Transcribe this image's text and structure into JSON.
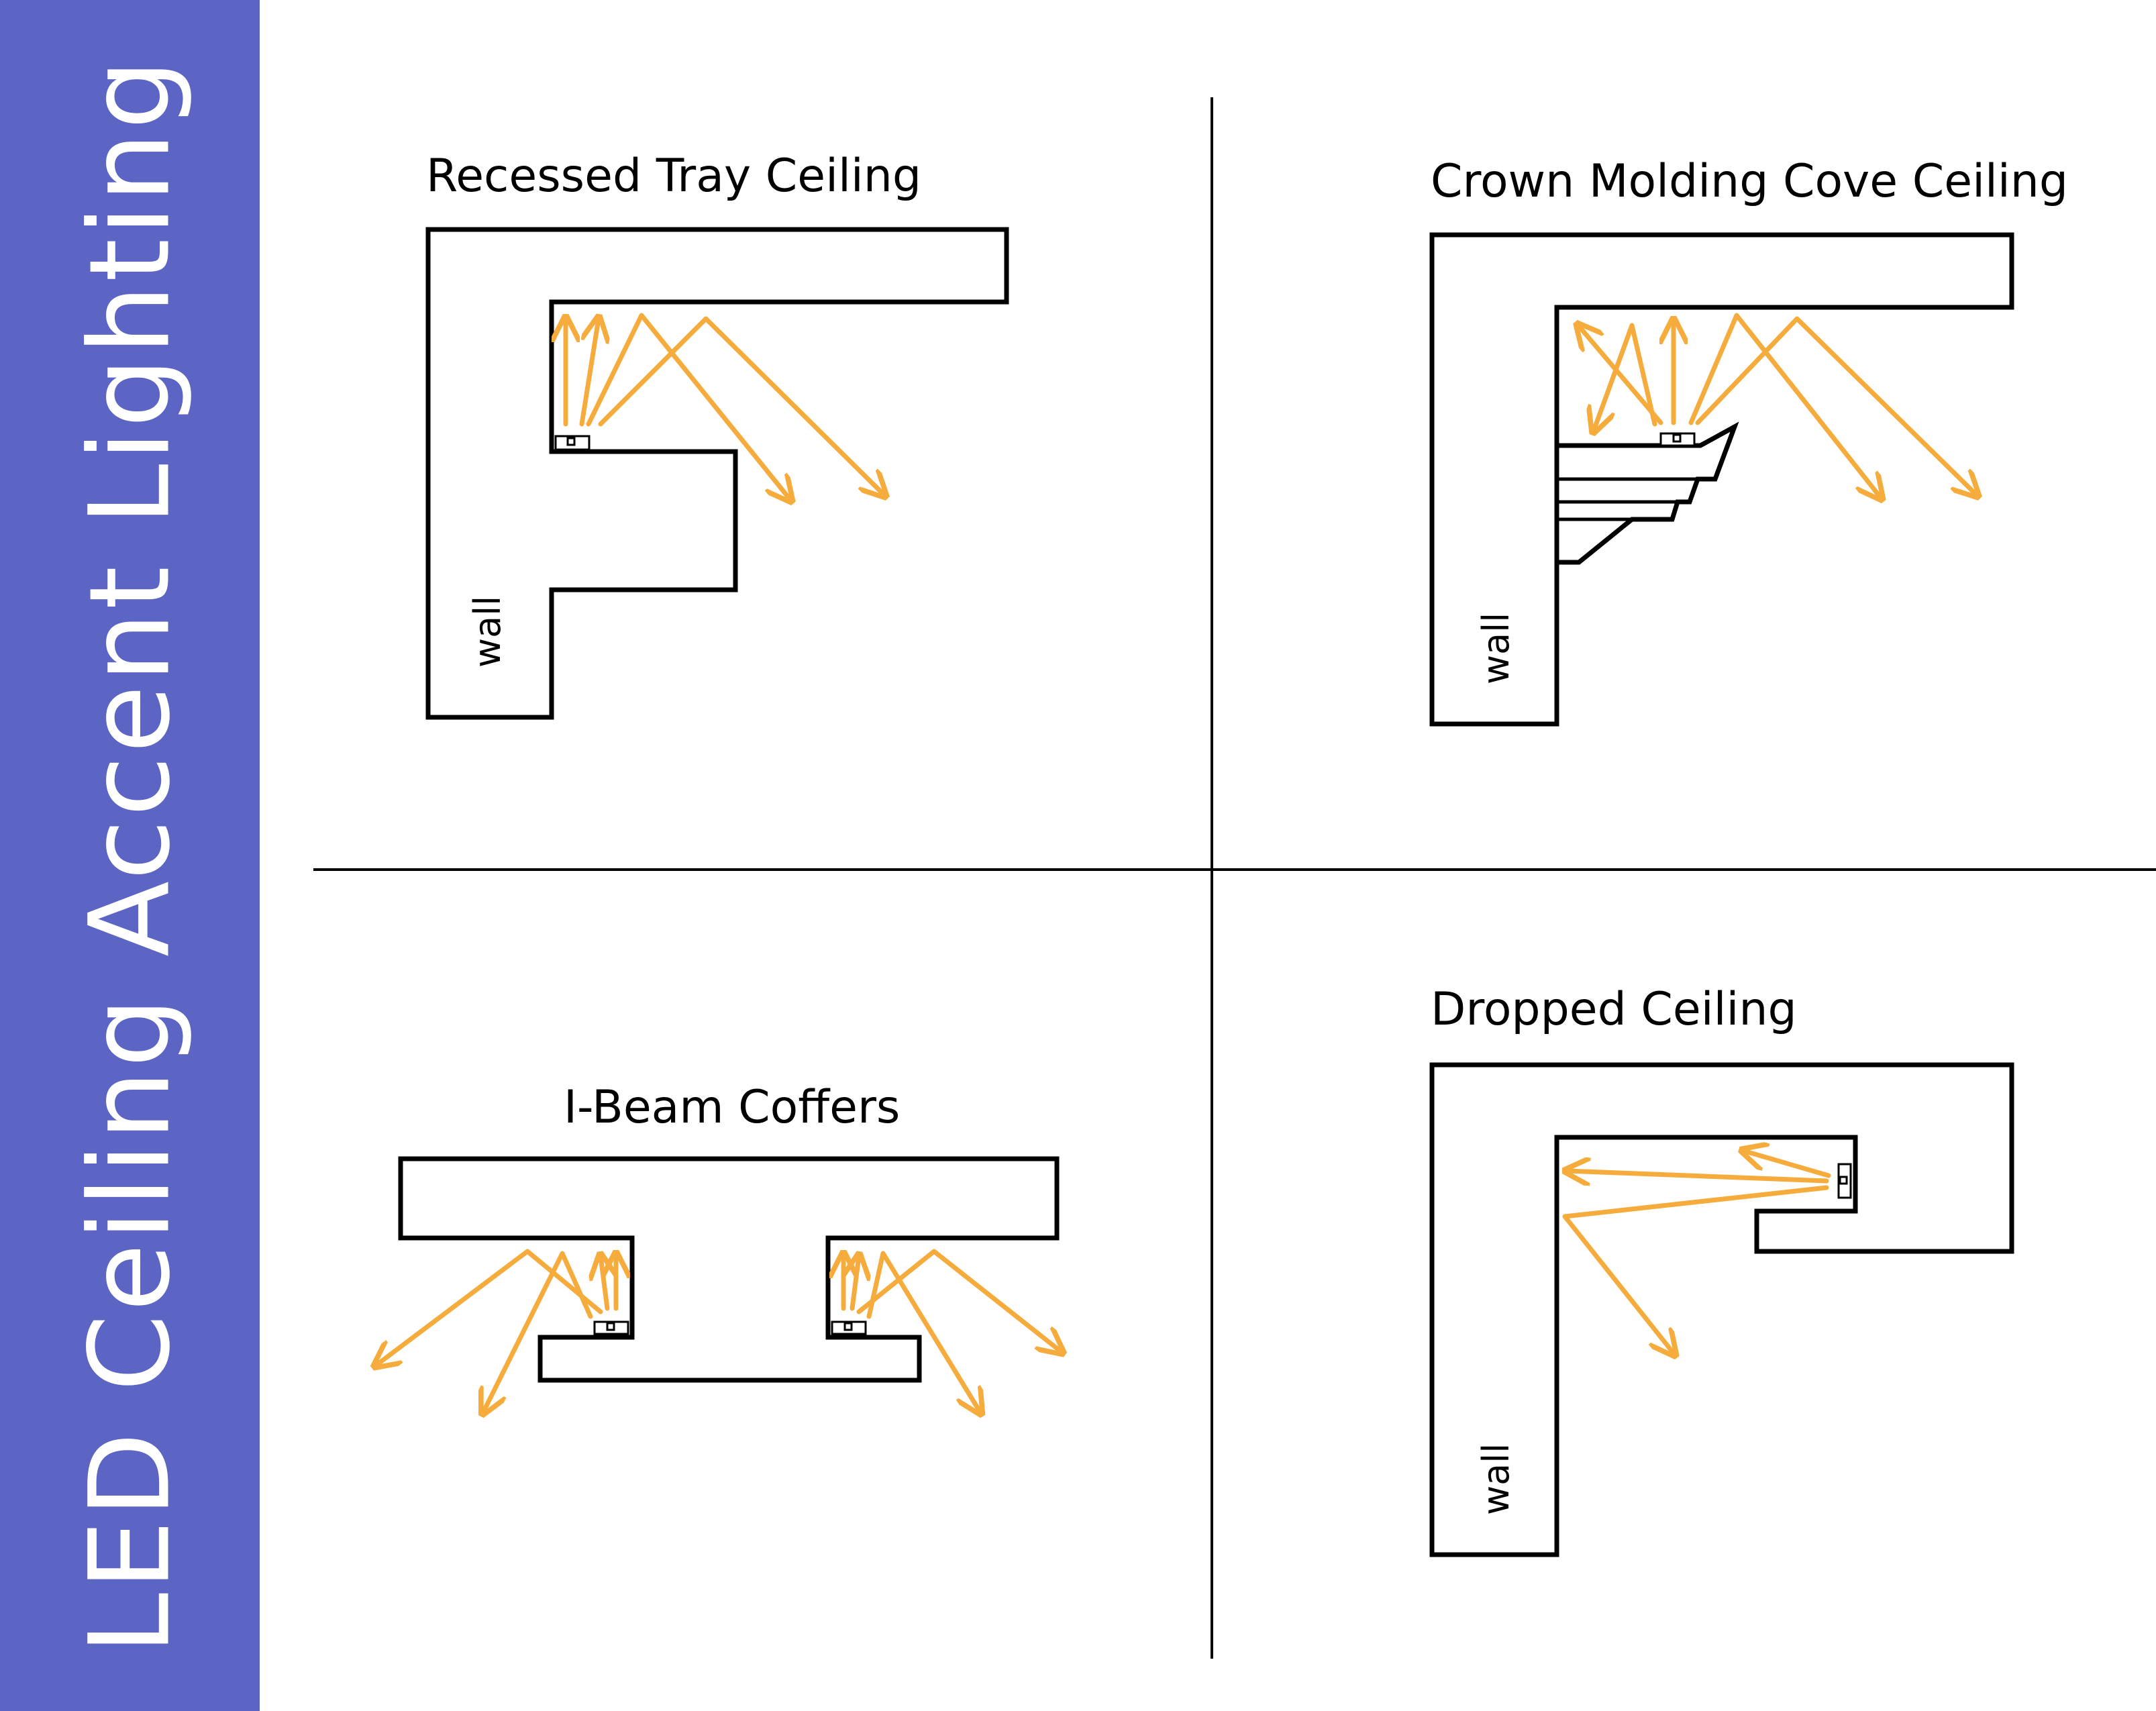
{
  "title": "LED Ceiling Accent Lighting",
  "colors": {
    "sidebar_bg": "#5c65c4",
    "sidebar_text": "#ffffff",
    "light_ray": "#f5ac3c",
    "outline": "#000000"
  },
  "panels": {
    "recessed_tray": {
      "title": "Recessed Tray Ceiling",
      "wall_label": "wall"
    },
    "crown_molding": {
      "title": "Crown Molding Cove Ceiling",
      "wall_label": "wall"
    },
    "i_beam": {
      "title": "I-Beam Coffers"
    },
    "dropped": {
      "title": "Dropped Ceiling",
      "wall_label": "wall"
    }
  }
}
